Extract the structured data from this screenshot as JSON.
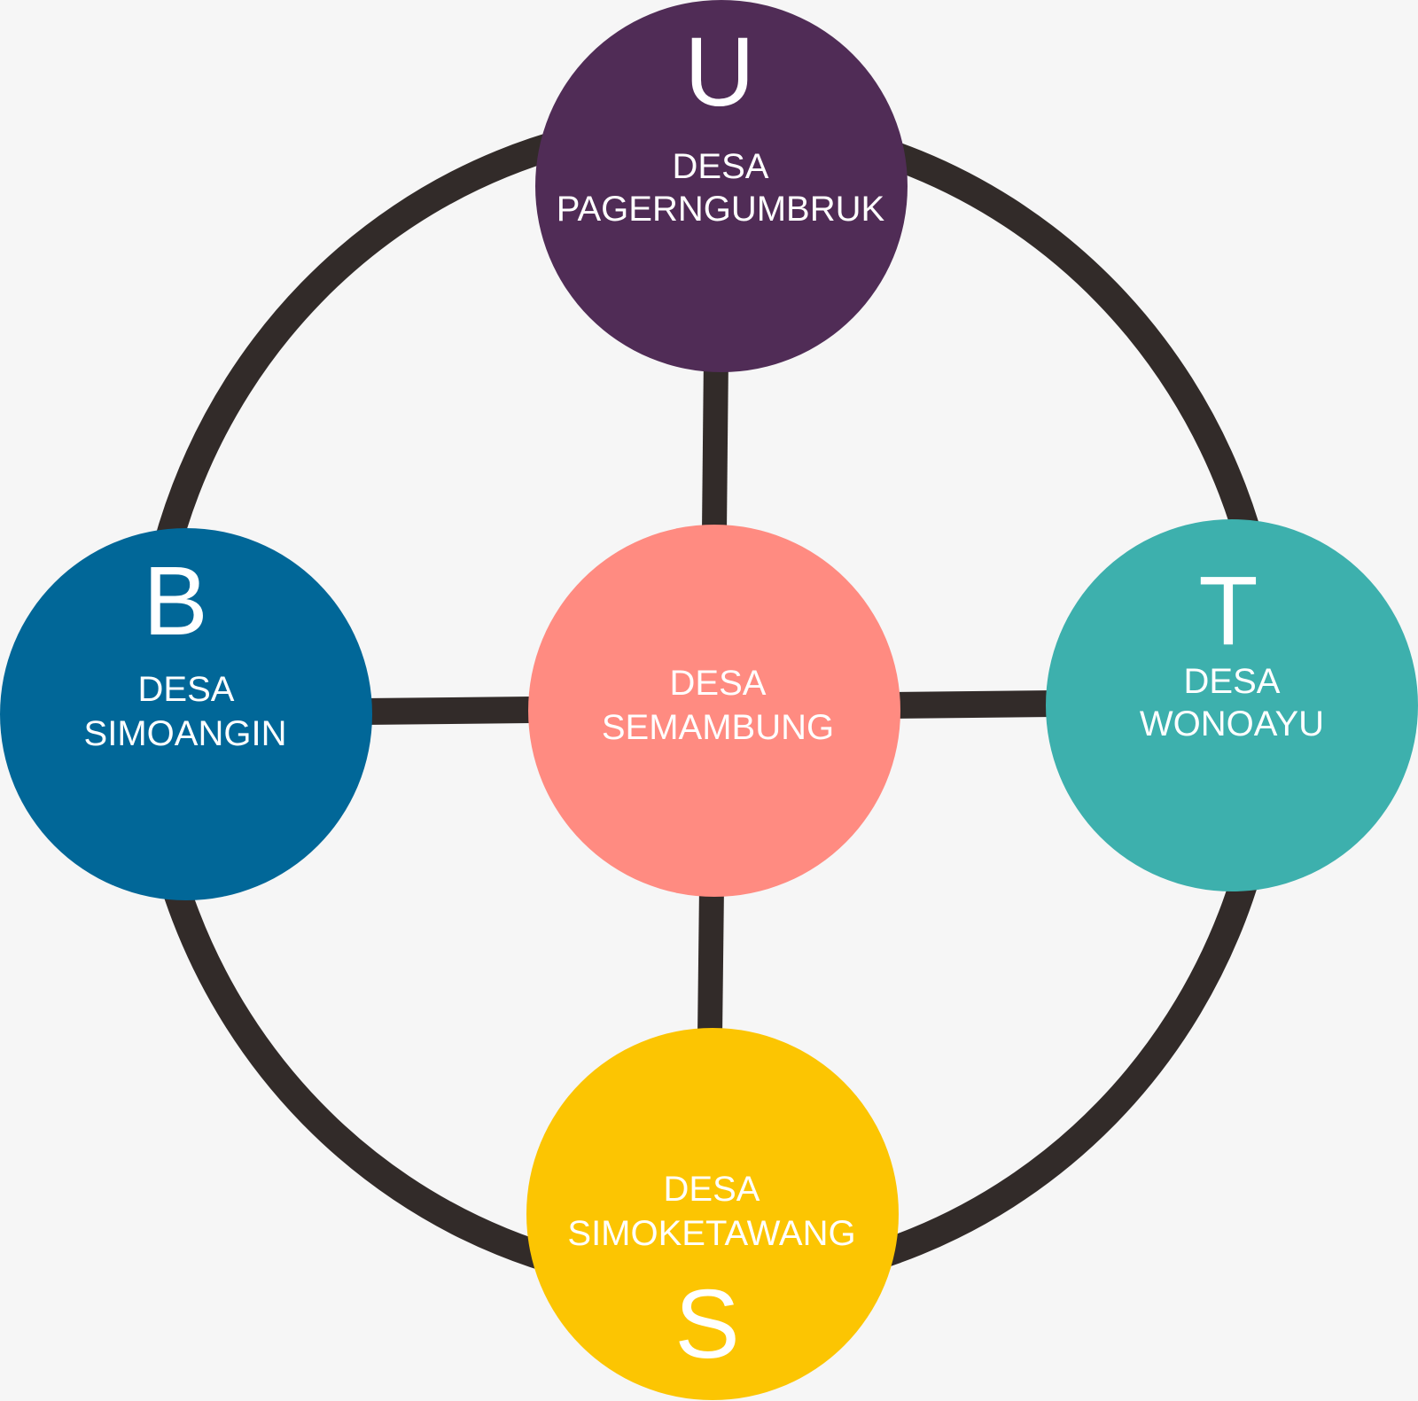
{
  "diagram": {
    "line_color": "#322b29",
    "background": "#f6f6f6",
    "nodes": {
      "north": {
        "direction": "U",
        "line1": "DESA",
        "line2": "PAGERNGUMBRUK",
        "color": "#502c56"
      },
      "west": {
        "direction": "B",
        "line1": "DESA",
        "line2": "SIMOANGIN",
        "color": "#016798"
      },
      "center": {
        "line1": "DESA",
        "line2": "SEMAMBUNG",
        "color": "#ff8b81"
      },
      "east": {
        "direction": "T",
        "line1": "DESA",
        "line2": "WONOAYU",
        "color": "#3db0ad"
      },
      "south": {
        "direction": "S",
        "line1": "DESA",
        "line2": "SIMOKETAWANG",
        "color": "#fcc502"
      }
    }
  }
}
